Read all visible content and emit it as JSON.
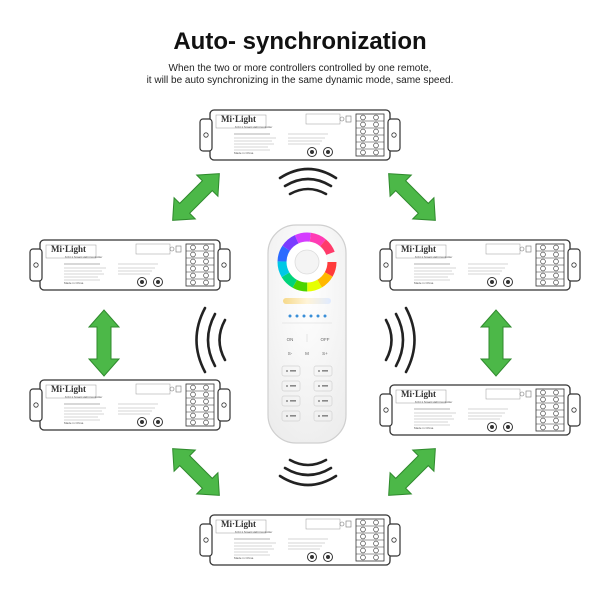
{
  "header": {
    "title": "Auto- synchronization",
    "line1": "When the two or more controllers controlled by one remote,",
    "line2": "it will be auto synchronizing in the same dynamic mode, same speed."
  },
  "controller": {
    "brand": "Mi·Light",
    "model": "6 IN 1 Smart LED Controller",
    "made_in": "Made in China"
  },
  "remote": {
    "buttons": [
      "ON",
      "OFF",
      "S-",
      "M",
      "S+"
    ]
  },
  "colors": {
    "arrow": "#4cb848",
    "outline": "#333333"
  }
}
